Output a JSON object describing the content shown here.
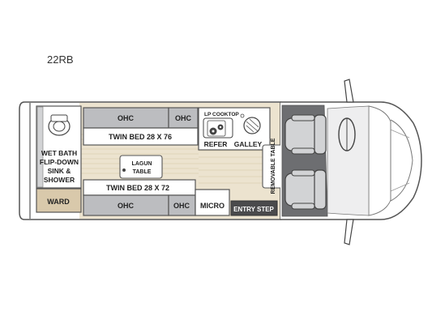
{
  "model": "22RB",
  "labels": {
    "ohc": "OHC",
    "lp_cooktop": "LP COOKTOP",
    "refer": "REFER",
    "galley": "GALLEY",
    "twin_bed_top": "TWIN BED 28 X 76",
    "twin_bed_bottom": "TWIN BED 28 X 72",
    "lagun_1": "LAGUN",
    "lagun_2": "TABLE",
    "removable_table": "REMOVABLE TABLE",
    "wet_bath_1": "WET BATH",
    "wet_bath_2": "FLIP-DOWN",
    "wet_bath_3": "SINK &",
    "wet_bath_4": "SHOWER",
    "ward": "WARD",
    "micro": "MICRO",
    "entry_step": "ENTRY STEP"
  },
  "colors": {
    "cabinet": "#bcbdc0",
    "floor": "#ece3cf",
    "wardrobe": "#d9c9ab",
    "outline": "#555555",
    "dark": "#4a4a4c",
    "cab_floor": "#6d6e71",
    "seat": "#d2d3d5"
  }
}
